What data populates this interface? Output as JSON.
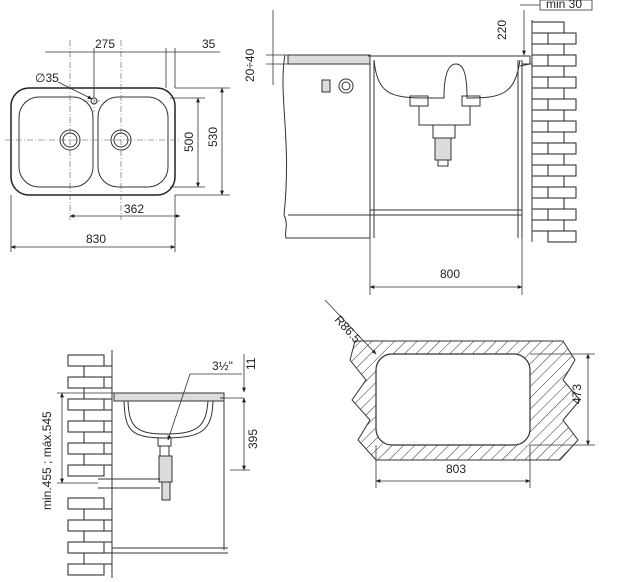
{
  "dimensions": {
    "width_275": "275",
    "width_35": "35",
    "diameter_35": "∅35",
    "depth_500": "500",
    "depth_530": "530",
    "center_362": "362",
    "width_830": "830",
    "height_20_40": "20÷40",
    "depth_220": "220",
    "min_30": "min 30",
    "cabinet_800": "800",
    "radius_86_5": "R86.5",
    "cutout_473": "473",
    "cutout_803": "803",
    "thread_3_5": "3½\"",
    "offset_11": "11",
    "height_395": "395",
    "range_height": "min.455 ; máx.545"
  }
}
